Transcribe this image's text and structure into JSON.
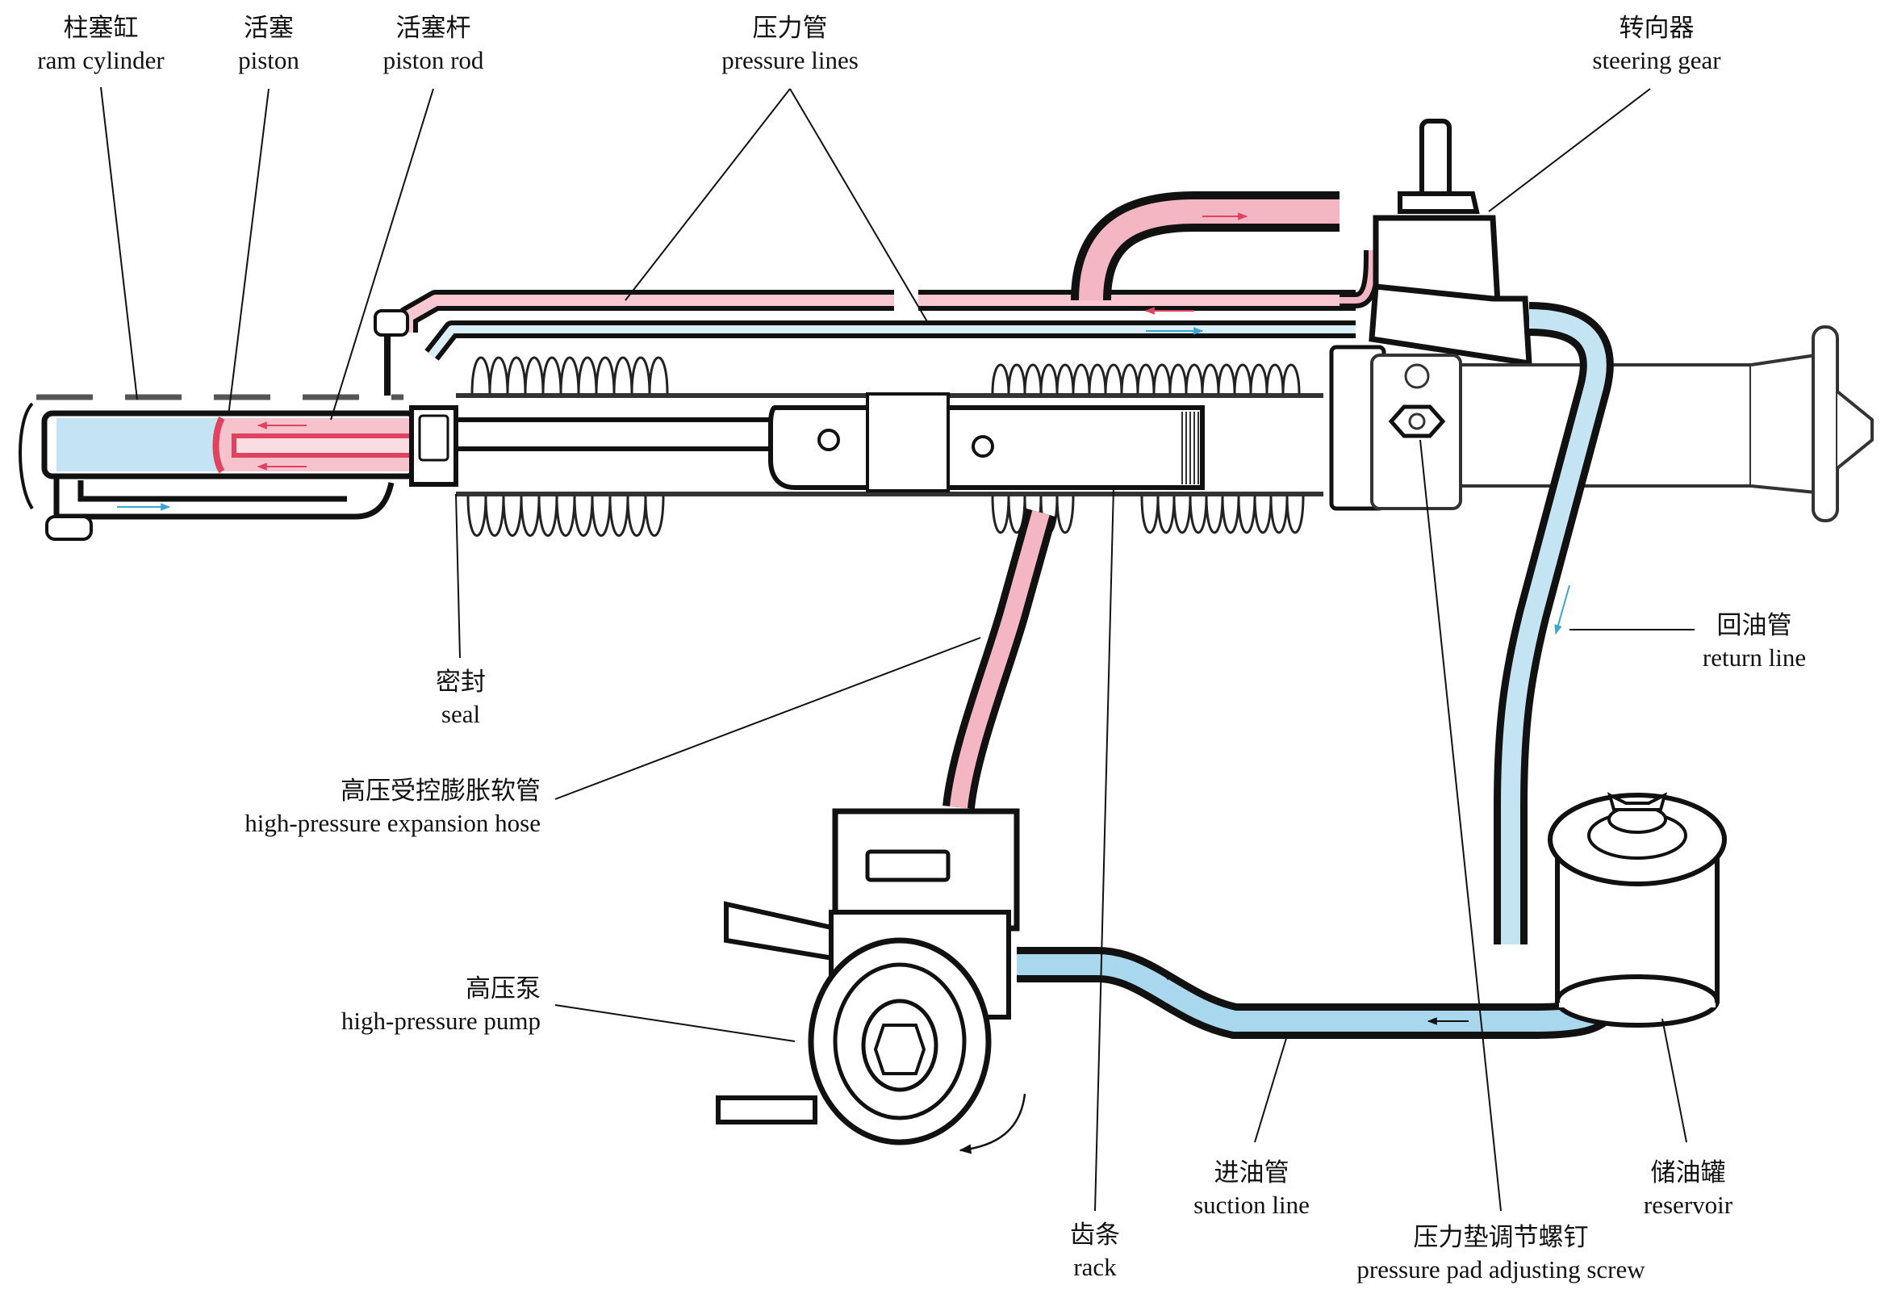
{
  "diagram": {
    "title": "Hydraulic power steering system",
    "colors": {
      "pressure_fluid": "#f4b6c2",
      "pressure_dark": "#e0435f",
      "return_fluid": "#bfe2f2",
      "return_dark": "#3aa6d3",
      "outline": "#111111"
    },
    "labels": {
      "ram_cylinder": {
        "zh": "柱塞缸",
        "en": "ram cylinder"
      },
      "piston": {
        "zh": "活塞",
        "en": "piston"
      },
      "piston_rod": {
        "zh": "活塞杆",
        "en": "piston rod"
      },
      "pressure_lines": {
        "zh": "压力管",
        "en": "pressure lines"
      },
      "steering_gear": {
        "zh": "转向器",
        "en": "steering gear"
      },
      "return_line": {
        "zh": "回油管",
        "en": "return line"
      },
      "seal": {
        "zh": "密封",
        "en": "seal"
      },
      "expansion_hose": {
        "zh": "高压受控膨胀软管",
        "en": "high-pressure expansion hose"
      },
      "pump": {
        "zh": "高压泵",
        "en": "high-pressure pump"
      },
      "rack": {
        "zh": "齿条",
        "en": "rack"
      },
      "suction_line": {
        "zh": "进油管",
        "en": "suction line"
      },
      "adjusting_screw": {
        "zh": "压力垫调节螺钉",
        "en": "pressure pad adjusting screw"
      },
      "reservoir": {
        "zh": "储油罐",
        "en": "reservoir"
      }
    }
  }
}
